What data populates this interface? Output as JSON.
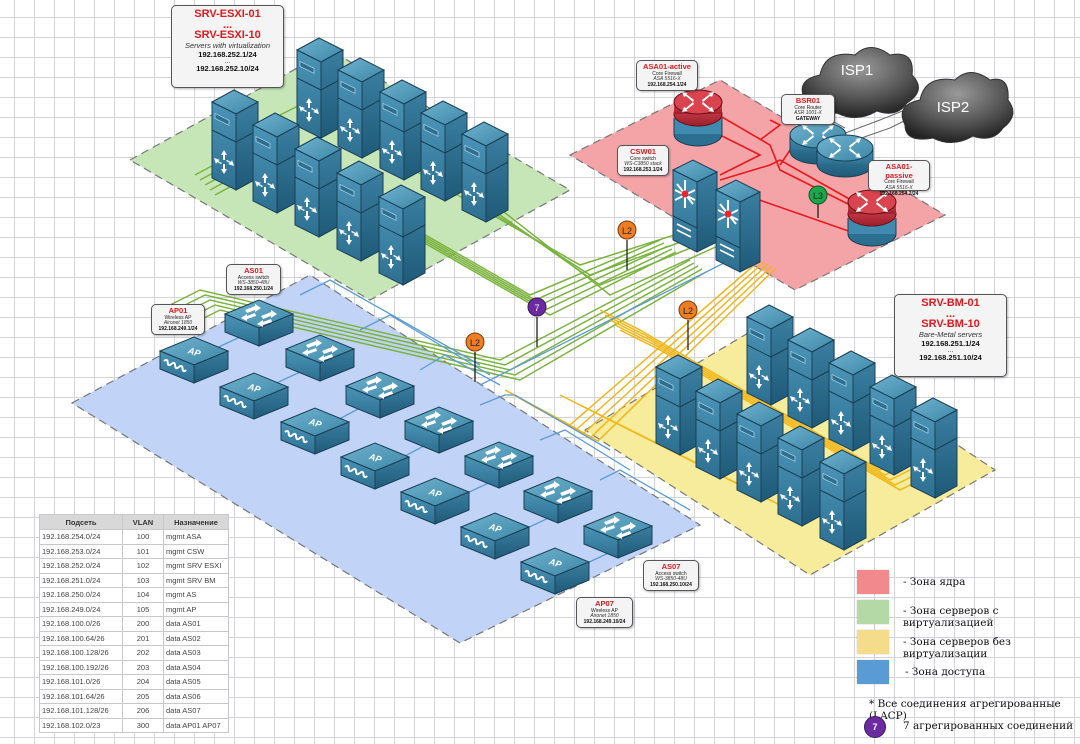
{
  "zones": {
    "core": {
      "color": "#f28a8d",
      "label": "- Зона ядра"
    },
    "virt": {
      "color": "#b4d9a6",
      "label": "- Зона серверов с виртуализацией"
    },
    "baremetal": {
      "color": "#f5dc8a",
      "label": "- Зона серверов без виртуализации"
    },
    "access": {
      "color": "#5b9bd5",
      "label": "- Зона доступа"
    }
  },
  "callouts": {
    "esxi": {
      "title1": "SRV-ESXI-01",
      "dots": "...",
      "title2": "SRV-ESXI-10",
      "subtitle": "Servers with virtualization",
      "ip1": "192.168.252.1/24",
      "dots2": "...",
      "ip2": "192.168.252.10/24"
    },
    "bm": {
      "title1": "SRV-BM-01",
      "dots": "...",
      "title2": "SRV-BM-10",
      "subtitle": "Bare-Metal servers",
      "ip1": "192.168.251.1/24",
      "dots2": "...",
      "ip2": "192.168.251.10/24"
    },
    "asa_active": {
      "title": "ASA01-active",
      "desc": "Core Firewall",
      "model": "ASA 5516-X",
      "ip": "192.168.254.1/24"
    },
    "asa_passive": {
      "title": "ASA01-passive",
      "desc": "Core Firewall",
      "model": "ASA 5516-X",
      "ip": "192.168.254.2/24"
    },
    "bsr": {
      "title": "BSR01",
      "desc": "Core Router",
      "model": "ASR 1001-X",
      "ip": "GATEWAY"
    },
    "csw": {
      "title": "CSW01",
      "desc": "Core switch",
      "model": "WS-C3850 stack",
      "ip": "192.168.253.1/24"
    },
    "as01": {
      "title": "AS01",
      "desc": "Access switch",
      "model": "WS-3850-48U",
      "ip": "192.168.250.1/24"
    },
    "ap01": {
      "title": "AP01",
      "desc": "Wireless AP",
      "model": "Aironet 1850",
      "ip": "192.168.249.1/24"
    },
    "as07": {
      "title": "AS07",
      "desc": "Access switch",
      "model": "WS-3850-48U",
      "ip": "192.168.250.10/24"
    },
    "ap07": {
      "title": "AP07",
      "desc": "Wireless AP",
      "model": "Aironet 1850",
      "ip": "192.168.249.10/24"
    }
  },
  "clouds": {
    "isp1": "ISP1",
    "isp2": "ISP2"
  },
  "link_badges": {
    "l2": "L2",
    "l3": "L3",
    "agg": "7"
  },
  "device_labels": {
    "ap": "AP"
  },
  "vlan_table": {
    "headers": [
      "Подсеть",
      "VLAN",
      "Назначение"
    ],
    "rows": [
      [
        "192.168.254.0/24",
        "100",
        "mgmt ASA"
      ],
      [
        "192.168.253.0/24",
        "101",
        "mgmt CSW"
      ],
      [
        "192.168.252.0/24",
        "102",
        "mgmt SRV ESXI"
      ],
      [
        "192.168.251.0/24",
        "103",
        "mgmt SRV BM"
      ],
      [
        "192.168.250.0/24",
        "104",
        "mgmt AS"
      ],
      [
        "192.168.249.0/24",
        "105",
        "mgmt AP"
      ],
      [
        "192.168.100.0/26",
        "200",
        "data AS01"
      ],
      [
        "192.168.100.64/26",
        "201",
        "data AS02"
      ],
      [
        "192.168.100.128/26",
        "202",
        "data AS03"
      ],
      [
        "192.168.100.192/26",
        "203",
        "data AS04"
      ],
      [
        "192.168.101.0/26",
        "204",
        "data AS05"
      ],
      [
        "192.168.101.64/26",
        "205",
        "data AS06"
      ],
      [
        "192.168.101.128/26",
        "206",
        "data AS07"
      ],
      [
        "192.168.102.0/23",
        "300",
        "data AP01 AP07"
      ]
    ]
  },
  "legend": {
    "lacp_note": "* Все соединения агрегированные (LACP)",
    "agg_badge": "7",
    "agg_note": "7 агрегированных соединений"
  }
}
